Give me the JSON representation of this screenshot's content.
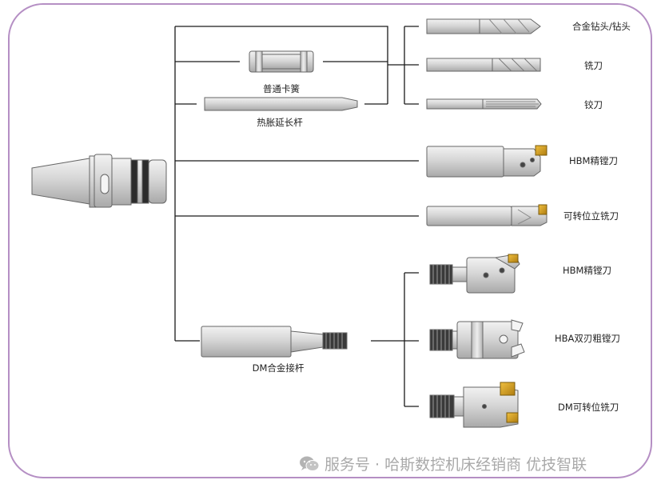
{
  "labels": {
    "collet_chuck": "普通卡簧",
    "shrink_extension": "热胀延长杆",
    "drill": "合金钻头/钻头",
    "mill": "铣刀",
    "reamer": "铰刀",
    "hbm_fine_boring_1": "HBM精镗刀",
    "indexable_end_mill": "可转位立铣刀",
    "hbm_fine_boring_2": "HBM精镗刀",
    "hba_twin_rough_boring": "HBA双刃粗镗刀",
    "dm_indexable_mill": "DM可转位铣刀",
    "dm_extension": "DM合金接杆"
  },
  "watermark": {
    "text": "服务号 · 哈斯数控机床经销商 优技智联",
    "icon": "wechat-icon"
  },
  "colors": {
    "frame": "#b58fc4",
    "line": "#1a1a1a",
    "tool_body": "#e2e2e2",
    "tool_edge": "#666666",
    "insert_gold": "#d8a21e"
  }
}
